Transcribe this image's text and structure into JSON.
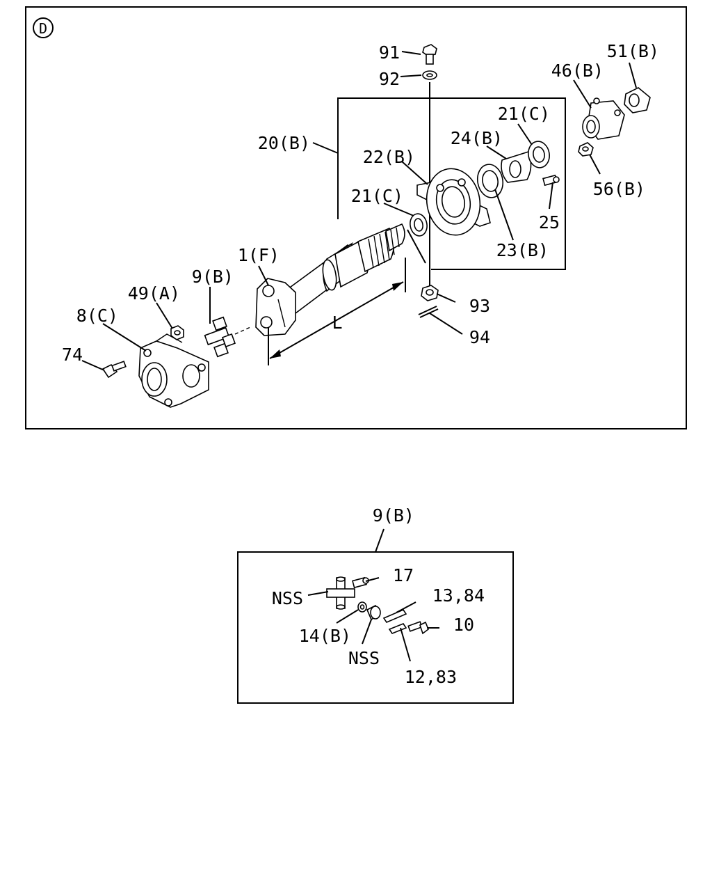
{
  "main_diagram": {
    "section_mark": "D",
    "dimension_label": "L",
    "callouts": {
      "c91": "91",
      "c92": "92",
      "c20b": "20(B)",
      "c22b": "22(B)",
      "c21c_left": "21(C)",
      "c21c_right": "21(C)",
      "c24b": "24(B)",
      "c46b": "46(B)",
      "c51b": "51(B)",
      "c56b": "56(B)",
      "c25": "25",
      "c23b": "23(B)",
      "c93": "93",
      "c94": "94",
      "c1f": "1(F)",
      "c9b": "9(B)",
      "c49a": "49(A)",
      "c8c": "8(C)",
      "c74": "74"
    }
  },
  "detail_diagram": {
    "title": "9(B)",
    "callouts": {
      "c17": "17",
      "c_nss_top": "NSS",
      "c13_84": "13,84",
      "c10": "10",
      "c14b": "14(B)",
      "c_nss_bottom": "NSS",
      "c12_83": "12,83"
    }
  }
}
